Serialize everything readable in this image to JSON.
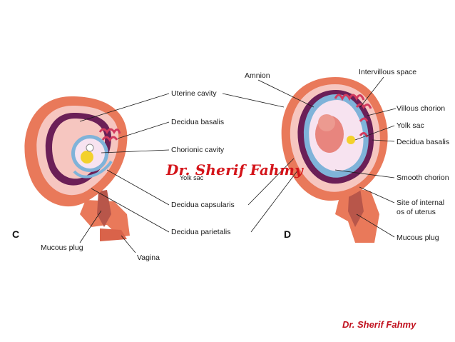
{
  "figure": {
    "panels": {
      "left": "C",
      "right": "D"
    },
    "labels": {
      "uterine_cavity": "Uterine cavity",
      "decidua_basalis_left": "Decidua basalis",
      "chorionic_cavity": "Chorionic cavity",
      "yolk_sac_left": "Yolk sac",
      "decidua_capsularis": "Decidua capsularis",
      "decidua_parietalis": "Decidua parietalis",
      "mucous_plug_left": "Mucous plug",
      "vagina": "Vagina",
      "amnion": "Amnion",
      "intervillous_space": "Intervillous space",
      "villous_chorion": "Villous chorion",
      "yolk_sac_right": "Yolk sac",
      "decidua_basalis_right": "Decidua basalis",
      "smooth_chorion": "Smooth chorion",
      "internal_os_line1": "Site of internal",
      "internal_os_line2": "os of uterus",
      "mucous_plug_right": "Mucous plug"
    },
    "watermark": "Dr. Sherif Fahmy",
    "credit": "Dr. Sherif Fahmy"
  },
  "colors": {
    "myometrium": "#e9795a",
    "decidua_pink": "#f6c6c0",
    "decidua_dark": "#6b1f57",
    "chorion_blue": "#7fb3d9",
    "villi": "#d23a5e",
    "yolk_sac": "#f3d12b",
    "watermark": "#d4141a",
    "credit": "#c1121f"
  }
}
